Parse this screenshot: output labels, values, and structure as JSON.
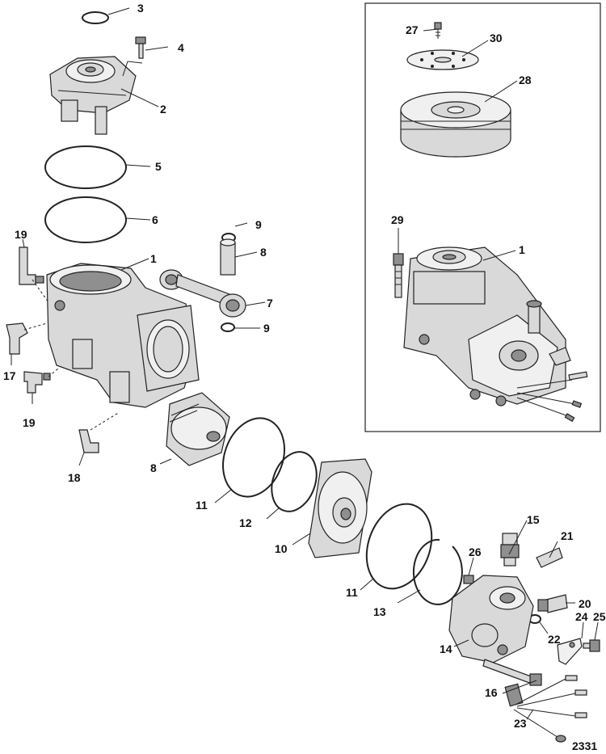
{
  "diagram": {
    "figure_number": "2331",
    "callouts": {
      "n1": "1",
      "n1b": "1",
      "n2": "2",
      "n3": "3",
      "n4": "4",
      "n5": "5",
      "n6": "6",
      "n7": "7",
      "n8a": "8",
      "n8b": "8",
      "n9a": "9",
      "n9b": "9",
      "n10": "10",
      "n11a": "11",
      "n11b": "11",
      "n12": "12",
      "n13": "13",
      "n14": "14",
      "n15": "15",
      "n16": "16",
      "n17": "17",
      "n18": "18",
      "n19a": "19",
      "n19b": "19",
      "n20": "20",
      "n21": "21",
      "n22": "22",
      "n23": "23",
      "n24": "24",
      "n25": "25",
      "n26": "26",
      "n27": "27",
      "n28": "28",
      "n29": "29",
      "n30": "30"
    }
  }
}
